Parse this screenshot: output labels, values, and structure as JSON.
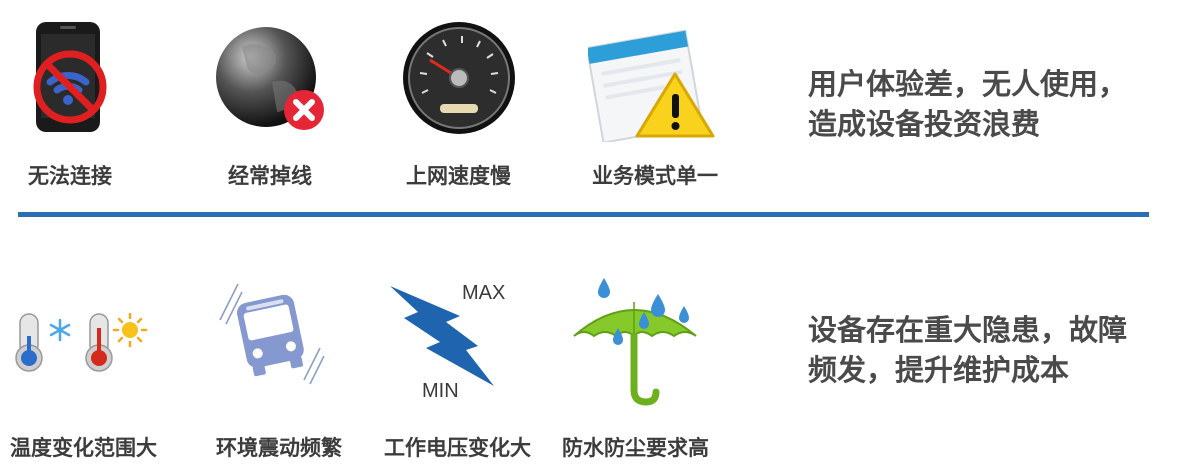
{
  "top_row": {
    "items": [
      {
        "label": "无法连接",
        "icon": "no-wifi-phone-icon"
      },
      {
        "label": "经常掉线",
        "icon": "globe-error-icon"
      },
      {
        "label": "上网速度慢",
        "icon": "speedometer-icon"
      },
      {
        "label": "业务模式单一",
        "icon": "window-warning-icon"
      }
    ],
    "summary_line1": "用户体验差，无人使用，",
    "summary_line2": "造成设备投资浪费"
  },
  "bottom_row": {
    "items": [
      {
        "label": "温度变化范围大",
        "icon": "thermometers-icon"
      },
      {
        "label": "环境震动频繁",
        "icon": "shaking-bus-icon"
      },
      {
        "label": "工作电压变化大",
        "icon": "lightning-voltage-icon"
      },
      {
        "label": "防水防尘要求高",
        "icon": "umbrella-rain-icon"
      }
    ],
    "voltage_max": "MAX",
    "voltage_min": "MIN",
    "summary_line1": "设备存在重大隐患，故障",
    "summary_line2": "频发，提升维护成本"
  },
  "colors": {
    "divider": "#2a6eb4",
    "label_text": "#3c3c3c",
    "summary_text": "#4a4a4a"
  }
}
